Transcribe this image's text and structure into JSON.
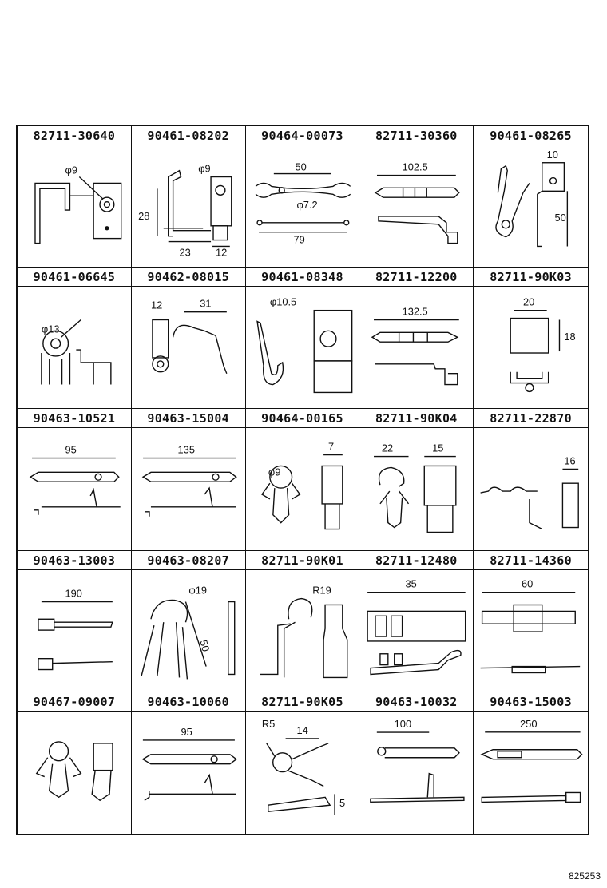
{
  "parts": [
    {
      "part_number": "82711-30640",
      "labels": [
        "φ9"
      ]
    },
    {
      "part_number": "90461-08202",
      "labels": [
        "φ9",
        "28",
        "23",
        "12"
      ]
    },
    {
      "part_number": "90464-00073",
      "labels": [
        "50",
        "φ7.2",
        "79"
      ]
    },
    {
      "part_number": "82711-30360",
      "labels": [
        "102.5"
      ]
    },
    {
      "part_number": "90461-08265",
      "labels": [
        "10",
        "50"
      ]
    },
    {
      "part_number": "90461-06645",
      "labels": [
        "φ13"
      ]
    },
    {
      "part_number": "90462-08015",
      "labels": [
        "12",
        "31"
      ]
    },
    {
      "part_number": "90461-08348",
      "labels": [
        "φ10.5"
      ]
    },
    {
      "part_number": "82711-12200",
      "labels": [
        "132.5"
      ]
    },
    {
      "part_number": "82711-90K03",
      "labels": [
        "20",
        "18"
      ]
    },
    {
      "part_number": "90463-10521",
      "labels": [
        "95"
      ]
    },
    {
      "part_number": "90463-15004",
      "labels": [
        "135"
      ]
    },
    {
      "part_number": "90464-00165",
      "labels": [
        "φ9",
        "7"
      ]
    },
    {
      "part_number": "82711-90K04",
      "labels": [
        "22",
        "15"
      ]
    },
    {
      "part_number": "82711-22870",
      "labels": [
        "16"
      ]
    },
    {
      "part_number": "90463-13003",
      "labels": [
        "190"
      ]
    },
    {
      "part_number": "90463-08207",
      "labels": [
        "φ19",
        "50"
      ]
    },
    {
      "part_number": "82711-90K01",
      "labels": [
        "R19"
      ]
    },
    {
      "part_number": "82711-12480",
      "labels": [
        "35"
      ]
    },
    {
      "part_number": "82711-14360",
      "labels": [
        "60"
      ]
    },
    {
      "part_number": "90467-09007",
      "labels": []
    },
    {
      "part_number": "90463-10060",
      "labels": [
        "95"
      ]
    },
    {
      "part_number": "82711-90K05",
      "labels": [
        "R5",
        "14",
        "5"
      ]
    },
    {
      "part_number": "90463-10032",
      "labels": [
        "100"
      ]
    },
    {
      "part_number": "90463-15003",
      "labels": [
        "250"
      ]
    }
  ],
  "figure_number": "825253"
}
